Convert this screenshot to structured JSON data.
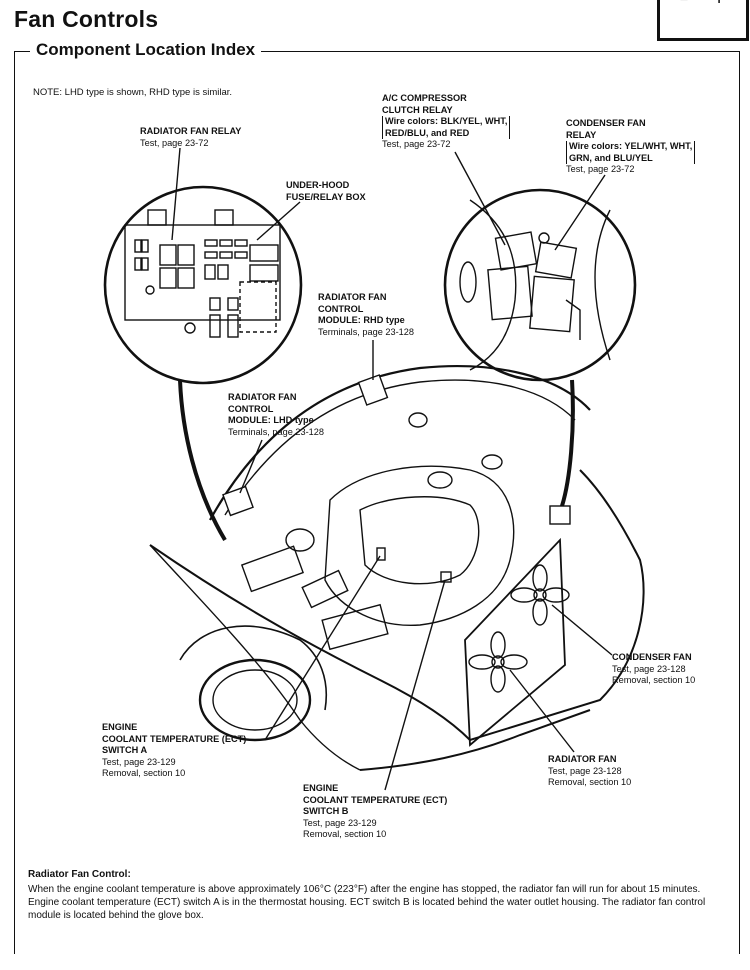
{
  "header": {
    "page_title": "Fan Controls",
    "section_title": "Component Location Index",
    "corner_minus": "−",
    "corner_plus": "+"
  },
  "note": "NOTE:  LHD type is shown, RHD type is similar.",
  "callouts": {
    "radiator_fan_relay": {
      "title": "RADIATOR FAN RELAY",
      "test": "Test, page 23-72"
    },
    "ac_relay": {
      "title1": "A/C COMPRESSOR",
      "title2": "CLUTCH RELAY",
      "wire1": "Wire colors: BLK/YEL, WHT,",
      "wire2": "RED/BLU, and RED",
      "test": "Test, page 23-72"
    },
    "condenser_relay": {
      "title1": "CONDENSER FAN",
      "title2": "RELAY",
      "wire1": "Wire colors: YEL/WHT, WHT,",
      "wire2": "GRN, and BLU/YEL",
      "test": "Test, page 23-72"
    },
    "fuse_box": {
      "title1": "UNDER-HOOD",
      "title2": "FUSE/RELAY BOX"
    },
    "module_rhd": {
      "title1": "RADIATOR FAN",
      "title2": "CONTROL",
      "title3": "MODULE: RHD type",
      "term": "Terminals, page 23-128"
    },
    "module_lhd": {
      "title1": "RADIATOR FAN",
      "title2": "CONTROL",
      "title3": "MODULE: LHD type",
      "term": "Terminals, page 23-128"
    },
    "condenser_fan": {
      "title": "CONDENSER FAN",
      "test": "Test, page 23-128",
      "removal": "Removal, section 10"
    },
    "ect_a": {
      "title1": "ENGINE",
      "title2": "COOLANT TEMPERATURE (ECT)",
      "title3": "SWITCH A",
      "test": "Test, page 23-129",
      "removal": "Removal, section 10"
    },
    "radiator_fan": {
      "title": "RADIATOR FAN",
      "test": "Test, page 23-128",
      "removal": "Removal, section 10"
    },
    "ect_b": {
      "title1": "ENGINE",
      "title2": "COOLANT TEMPERATURE (ECT)",
      "title3": "SWITCH B",
      "test": "Test, page 23-129",
      "removal": "Removal, section 10"
    }
  },
  "footer": {
    "title": "Radiator Fan Control:",
    "body": "When the engine coolant temperature is above approximately 106°C (223°F) after the engine has stopped, the radiator fan will run for about 15 minutes. Engine coolant temperature (ECT) switch A is in the thermostat housing. ECT switch B is located behind the water outlet housing. The radiator fan control module is located behind the glove box."
  }
}
